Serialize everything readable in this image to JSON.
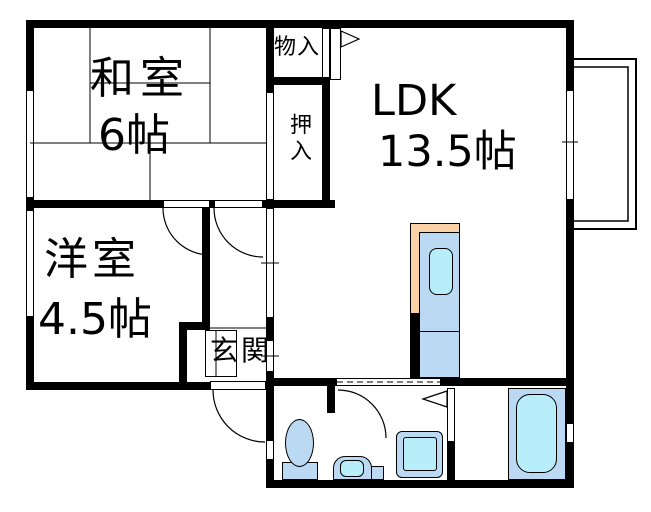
{
  "plan": {
    "rooms": [
      {
        "id": "washitsu",
        "name": "和室",
        "size": "6帖"
      },
      {
        "id": "ldk",
        "name": "LDK",
        "size": "13.5帖"
      },
      {
        "id": "youshitsu",
        "name": "洋室",
        "size": "4.5帖"
      }
    ],
    "storage": {
      "mono_ire": "物入",
      "oshiire": "押入"
    },
    "entrance": "玄関",
    "colors": {
      "wall": "#000000",
      "fixture_fill": "#bcd9f3",
      "water_fill": "#b8eefa",
      "counter_fill": "#fbd2a8",
      "background": "#ffffff"
    }
  }
}
